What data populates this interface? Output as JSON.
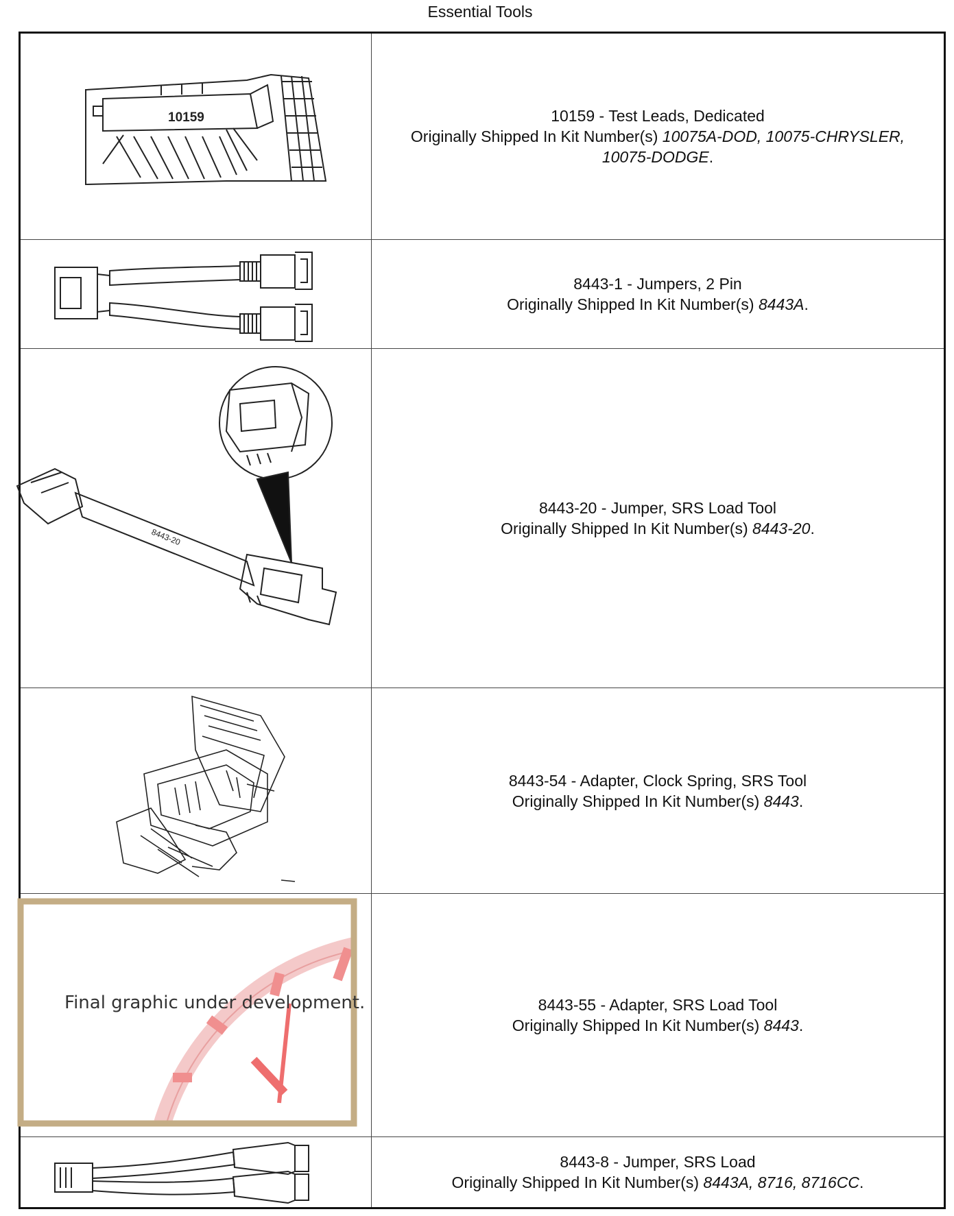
{
  "page": {
    "title": "Essential Tools"
  },
  "tools": [
    {
      "number": "10159",
      "name": "Test Leads, Dedicated",
      "shipped_prefix": "Originally Shipped In Kit Number(s)",
      "kits": "10075A-DOD, 10075-CHRYSLER, 10075-DODGE",
      "image_label": "10159"
    },
    {
      "number": "8443-1",
      "name": "Jumpers, 2 Pin",
      "shipped_prefix": "Originally Shipped In Kit Number(s)",
      "kits": "8443A"
    },
    {
      "number": "8443-20",
      "name": "Jumper, SRS Load Tool",
      "shipped_prefix": "Originally Shipped In Kit Number(s)",
      "kits": "8443-20"
    },
    {
      "number": "8443-54",
      "name": "Adapter, Clock Spring, SRS Tool",
      "shipped_prefix": "Originally Shipped In Kit Number(s)",
      "kits": "8443"
    },
    {
      "number": "8443-55",
      "name": "Adapter, SRS Load Tool",
      "shipped_prefix": "Originally Shipped In Kit Number(s)",
      "kits": "8443",
      "placeholder_text": "Final graphic under development."
    },
    {
      "number": "8443-8",
      "name": "Jumper, SRS Load",
      "shipped_prefix": "Originally Shipped In Kit Number(s)",
      "kits": "8443A, 8716, 8716CC"
    }
  ]
}
